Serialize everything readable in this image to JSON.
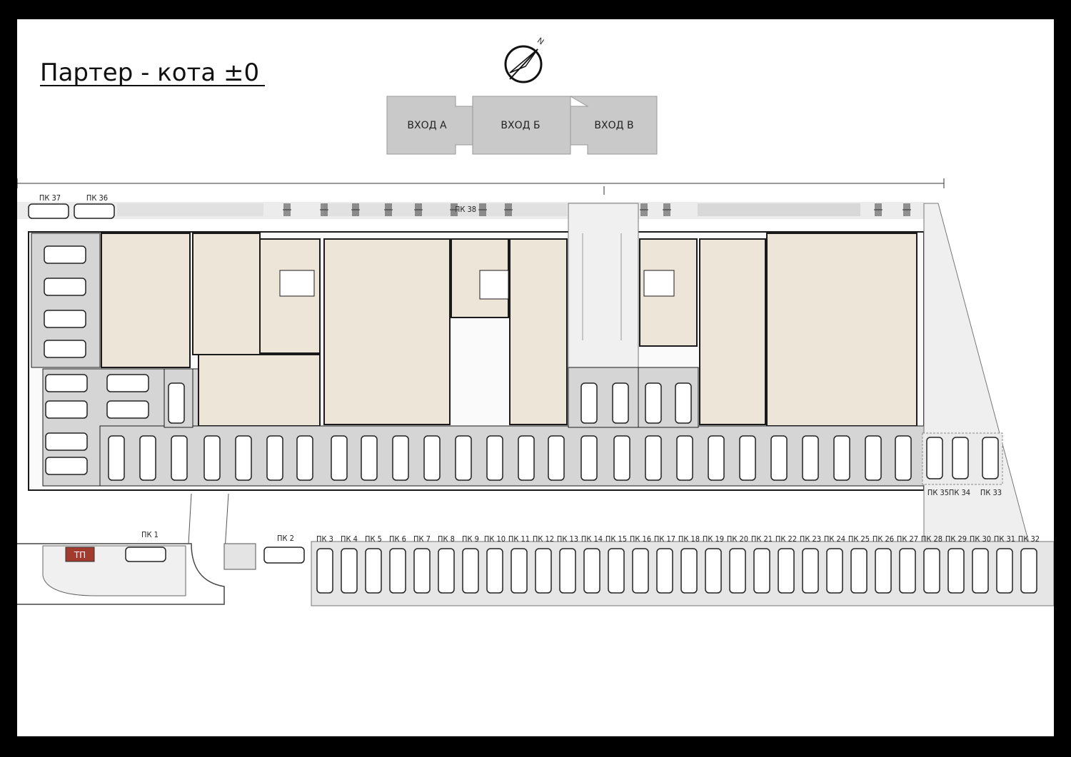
{
  "title": "Партер - кота ±0",
  "compass_label": "N",
  "entrances": [
    "ВХОД А",
    "ВХОД Б",
    "ВХОД В"
  ],
  "transformer_label": "ТП",
  "parking": {
    "pk1": "ПК 1",
    "pk2": "ПК 2",
    "pk33": "ПК 33",
    "pk34": "ПК 34",
    "pk35": "ПК 35",
    "pk36": "ПК 36",
    "pk37": "ПК 37",
    "pk_top": "ПК 38",
    "bottom_row": [
      "ПК 3",
      "ПК 4",
      "ПК 5",
      "ПК 6",
      "ПК 7",
      "ПК 8",
      "ПК 9",
      "ПК 10",
      "ПК 11",
      "ПК 12",
      "ПК 13",
      "ПК 14",
      "ПК 15",
      "ПК 16",
      "ПК 17",
      "ПК 18",
      "ПК 19",
      "ПК 20",
      "ПК 21",
      "ПК 22",
      "ПК 23",
      "ПК 24",
      "ПК 25",
      "ПК 26",
      "ПК 27",
      "ПК 28",
      "ПК 29",
      "ПК 30",
      "ПК 31",
      "ПК 32"
    ]
  },
  "colors": {
    "background": "#000000",
    "sheet": "#ffffff",
    "room_fill": "#ede6d8",
    "garage_fill": "#d5d5d5",
    "entrance_fill": "#c9c9c9",
    "transformer_fill": "#a33a2e",
    "walls": "#1a1a1a"
  }
}
